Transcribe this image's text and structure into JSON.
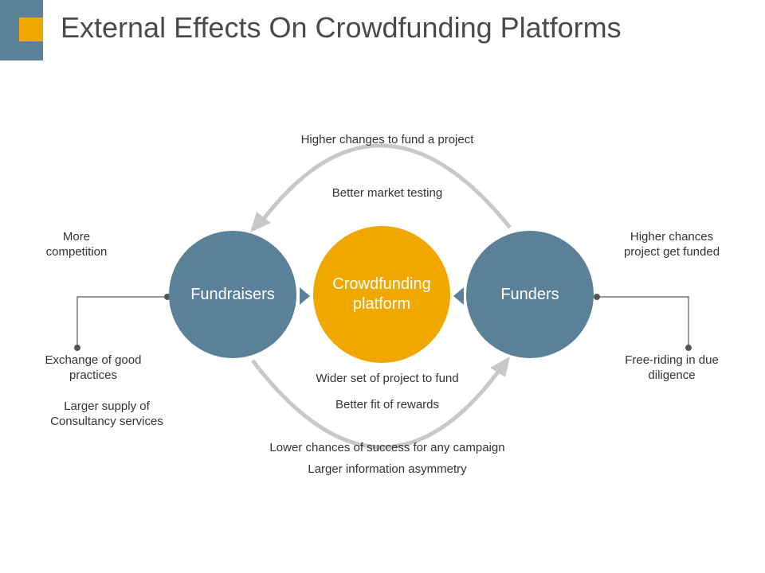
{
  "title": "External Effects On Crowdfunding Platforms",
  "colors": {
    "accent": "#f0a800",
    "node": "#5b8198",
    "arrow": "#c8c8c8",
    "connector": "#555555"
  },
  "nodes": {
    "fundraisers": "Fundraisers",
    "platform": "Crowdfunding platform",
    "funders": "Funders"
  },
  "top_arc": {
    "outer_label": "Higher changes to fund a project",
    "inner_label": "Better market testing"
  },
  "bottom_arc": {
    "inner_label_1": "Wider set of project to fund",
    "inner_label_2": "Better fit of rewards",
    "outer_label_1": "Lower chances of success for any campaign",
    "outer_label_2": "Larger information asymmetry"
  },
  "left_effects": {
    "top": "More competition",
    "bottom": "Exchange of good practices",
    "extra": "Larger supply of Consultancy services"
  },
  "right_effects": {
    "top": "Higher chances project get funded",
    "bottom": "Free-riding in due diligence"
  }
}
